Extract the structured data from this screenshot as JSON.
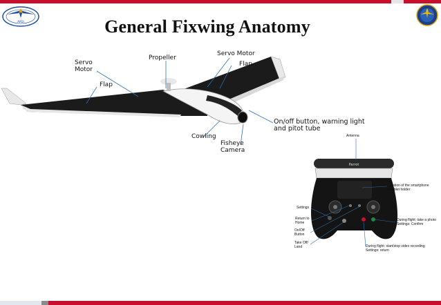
{
  "title": "General Fixwing Anatomy",
  "logo_left": {
    "text": "APDI"
  },
  "drone_labels": {
    "servo_motor_left": "Servo\nMotor",
    "propeller": "Propeller",
    "servo_motor_right": "Servo Motor",
    "flap_right": "Flap",
    "flap_left": "Flap",
    "onoff": "On/off button, warning light\nand pitot tube",
    "cowling": "Cowling",
    "fisheye": "Fisheye\nCamera"
  },
  "controller": {
    "brand": "Parrot",
    "labels": {
      "antenna": "Antenna",
      "location": "Location of the smartphone\nor tablet holder",
      "settings": "Settings",
      "return_home": "Return to\nHome",
      "onoff_button": "On/Off\nButton",
      "takeoff_land": "Take Off/\nLand",
      "during_flight_photo": "During flight: take a photo\nSettings: Confirm",
      "during_flight_video": "During flight: start/stop video recording\nSettings: return"
    }
  },
  "colors": {
    "accent": "#c8102e",
    "wing_dark": "#1b1b1b",
    "pointer": "#2a6fb0"
  }
}
